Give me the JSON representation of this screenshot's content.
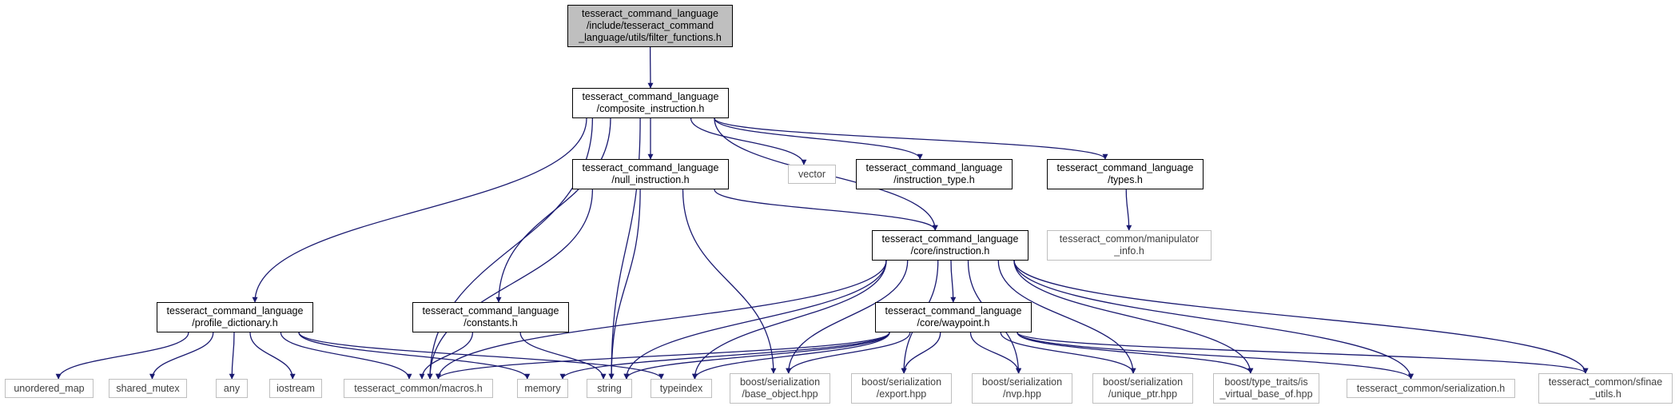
{
  "diagram": {
    "edge_color": "#191970",
    "nodes": [
      {
        "id": "filter_functions",
        "lines": [
          "tesseract_command_language",
          "/include/tesseract_command",
          "_language/utils/filter_functions.h"
        ],
        "style": "focus"
      },
      {
        "id": "composite_instruction",
        "lines": [
          "tesseract_command_language",
          "/composite_instruction.h"
        ],
        "style": "file"
      },
      {
        "id": "null_instruction",
        "lines": [
          "tesseract_command_language",
          "/null_instruction.h"
        ],
        "style": "file"
      },
      {
        "id": "vector",
        "lines": [
          "vector"
        ],
        "style": "ext"
      },
      {
        "id": "instruction_type",
        "lines": [
          "tesseract_command_language",
          "/instruction_type.h"
        ],
        "style": "file"
      },
      {
        "id": "types",
        "lines": [
          "tesseract_command_language",
          "/types.h"
        ],
        "style": "file"
      },
      {
        "id": "manipulator_info",
        "lines": [
          "tesseract_common/manipulator",
          "_info.h"
        ],
        "style": "ext"
      },
      {
        "id": "core_instruction",
        "lines": [
          "tesseract_command_language",
          "/core/instruction.h"
        ],
        "style": "file"
      },
      {
        "id": "profile_dictionary",
        "lines": [
          "tesseract_command_language",
          "/profile_dictionary.h"
        ],
        "style": "file"
      },
      {
        "id": "constants",
        "lines": [
          "tesseract_command_language",
          "/constants.h"
        ],
        "style": "file"
      },
      {
        "id": "core_waypoint",
        "lines": [
          "tesseract_command_language",
          "/core/waypoint.h"
        ],
        "style": "file"
      },
      {
        "id": "unordered_map",
        "lines": [
          "unordered_map"
        ],
        "style": "ext"
      },
      {
        "id": "shared_mutex",
        "lines": [
          "shared_mutex"
        ],
        "style": "ext"
      },
      {
        "id": "any",
        "lines": [
          "any"
        ],
        "style": "ext"
      },
      {
        "id": "iostream",
        "lines": [
          "iostream"
        ],
        "style": "ext"
      },
      {
        "id": "macros",
        "lines": [
          "tesseract_common/macros.h"
        ],
        "style": "ext"
      },
      {
        "id": "memory",
        "lines": [
          "memory"
        ],
        "style": "ext"
      },
      {
        "id": "string",
        "lines": [
          "string"
        ],
        "style": "ext"
      },
      {
        "id": "typeindex",
        "lines": [
          "typeindex"
        ],
        "style": "ext"
      },
      {
        "id": "base_object",
        "lines": [
          "boost/serialization",
          "/base_object.hpp"
        ],
        "style": "ext"
      },
      {
        "id": "export",
        "lines": [
          "boost/serialization",
          "/export.hpp"
        ],
        "style": "ext"
      },
      {
        "id": "nvp",
        "lines": [
          "boost/serialization",
          "/nvp.hpp"
        ],
        "style": "ext"
      },
      {
        "id": "unique_ptr",
        "lines": [
          "boost/serialization",
          "/unique_ptr.hpp"
        ],
        "style": "ext"
      },
      {
        "id": "is_virtual_base_of",
        "lines": [
          "boost/type_traits/is",
          "_virtual_base_of.hpp"
        ],
        "style": "ext"
      },
      {
        "id": "serialization",
        "lines": [
          "tesseract_common/serialization.h"
        ],
        "style": "ext"
      },
      {
        "id": "sfinae_utils",
        "lines": [
          "tesseract_common/sfinae",
          "_utils.h"
        ],
        "style": "ext"
      }
    ],
    "edges": [
      [
        "filter_functions",
        "composite_instruction"
      ],
      [
        "composite_instruction",
        "profile_dictionary"
      ],
      [
        "composite_instruction",
        "macros"
      ],
      [
        "composite_instruction",
        "constants"
      ],
      [
        "composite_instruction",
        "string"
      ],
      [
        "composite_instruction",
        "null_instruction"
      ],
      [
        "composite_instruction",
        "vector"
      ],
      [
        "composite_instruction",
        "core_instruction"
      ],
      [
        "composite_instruction",
        "instruction_type"
      ],
      [
        "composite_instruction",
        "types"
      ],
      [
        "types",
        "manipulator_info"
      ],
      [
        "null_instruction",
        "macros"
      ],
      [
        "null_instruction",
        "string"
      ],
      [
        "null_instruction",
        "base_object"
      ],
      [
        "null_instruction",
        "core_instruction"
      ],
      [
        "profile_dictionary",
        "unordered_map"
      ],
      [
        "profile_dictionary",
        "shared_mutex"
      ],
      [
        "profile_dictionary",
        "any"
      ],
      [
        "profile_dictionary",
        "iostream"
      ],
      [
        "profile_dictionary",
        "macros"
      ],
      [
        "profile_dictionary",
        "memory"
      ],
      [
        "profile_dictionary",
        "typeindex"
      ],
      [
        "constants",
        "macros"
      ],
      [
        "constants",
        "string"
      ],
      [
        "core_instruction",
        "macros"
      ],
      [
        "core_instruction",
        "string"
      ],
      [
        "core_instruction",
        "typeindex"
      ],
      [
        "core_instruction",
        "base_object"
      ],
      [
        "core_instruction",
        "core_waypoint"
      ],
      [
        "core_instruction",
        "export"
      ],
      [
        "core_instruction",
        "nvp"
      ],
      [
        "core_instruction",
        "unique_ptr"
      ],
      [
        "core_instruction",
        "is_virtual_base_of"
      ],
      [
        "core_instruction",
        "serialization"
      ],
      [
        "core_instruction",
        "sfinae_utils"
      ],
      [
        "core_waypoint",
        "macros"
      ],
      [
        "core_waypoint",
        "memory"
      ],
      [
        "core_waypoint",
        "string"
      ],
      [
        "core_waypoint",
        "typeindex"
      ],
      [
        "core_waypoint",
        "base_object"
      ],
      [
        "core_waypoint",
        "export"
      ],
      [
        "core_waypoint",
        "nvp"
      ],
      [
        "core_waypoint",
        "unique_ptr"
      ],
      [
        "core_waypoint",
        "is_virtual_base_of"
      ],
      [
        "core_waypoint",
        "serialization"
      ],
      [
        "core_waypoint",
        "sfinae_utils"
      ]
    ]
  }
}
